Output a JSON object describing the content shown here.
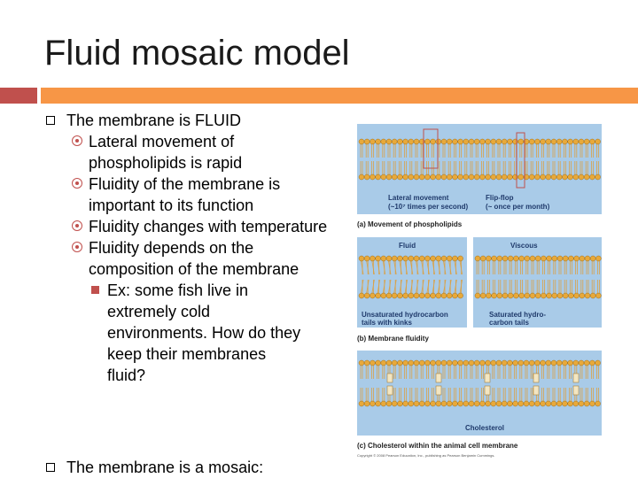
{
  "slide": {
    "title": "Fluid mosaic model",
    "bullets": {
      "b1": "The membrane is FLUID",
      "s1": "Lateral movement of phospholipids is rapid",
      "s2": "Fluidity of the membrane is important to its function",
      "s3": "Fluidity changes with temperature",
      "s4": "Fluidity depends on the composition of the membrane",
      "ss1": "Ex: some fish live in extremely cold environments.  How do they keep their membranes fluid?",
      "b2": "The membrane is a mosaic:"
    },
    "accent_colors": {
      "rule_left": "#c0504d",
      "rule_right": "#f79646",
      "figure_bg": "#a9cbe8",
      "lipid_head": "#e8a93a"
    }
  },
  "figure": {
    "a_label_lateral": "Lateral movement",
    "a_label_lateral_rate": "(~10⁷ times per second)",
    "a_label_flip": "Flip-flop",
    "a_label_flip_rate": "(~ once per month)",
    "a_caption": "(a) Movement of phospholipids",
    "b_label_fluid": "Fluid",
    "b_label_viscous": "Viscous",
    "b_label_unsat_1": "Unsaturated hydrocarbon",
    "b_label_unsat_2": "tails with kinks",
    "b_label_sat_1": "Saturated hydro-",
    "b_label_sat_2": "carbon tails",
    "b_caption": "(b) Membrane fluidity",
    "c_label_chol": "Cholesterol",
    "c_caption": "(c) Cholesterol within the animal cell membrane",
    "copyright": "Copyright © 2008 Pearson Education, Inc., publishing as Pearson Benjamin Cummings."
  }
}
